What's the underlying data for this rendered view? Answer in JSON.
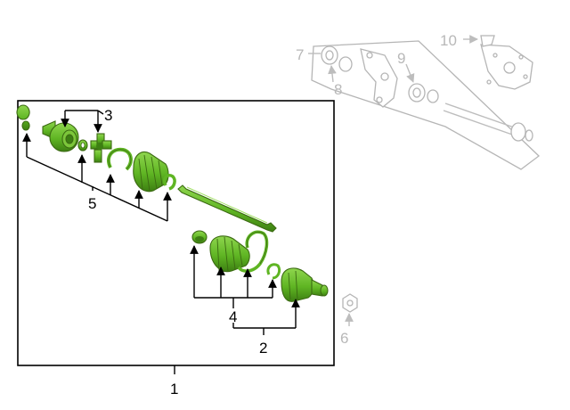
{
  "diagram": {
    "callouts": {
      "c1": "1",
      "c2": "2",
      "c3": "3",
      "c4": "4",
      "c5": "5",
      "c6": "6",
      "c7": "7",
      "c8": "8",
      "c9": "9",
      "c10": "10"
    },
    "colors": {
      "highlight_part": "#5fb523",
      "highlight_dark": "#3b6a12",
      "context_part": "#b5b5b5",
      "outline": "#000000"
    }
  }
}
